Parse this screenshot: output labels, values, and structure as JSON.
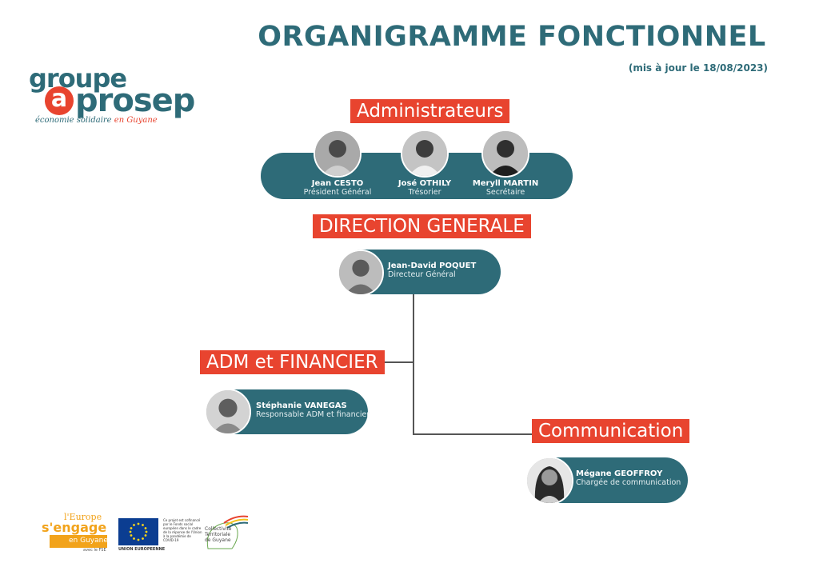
{
  "header": {
    "title": "ORGANIGRAMME FONCTIONNEL",
    "subtitle": "(mis à jour le 18/08/2023)"
  },
  "logo": {
    "line1": "groupe",
    "a": "a",
    "line2": "prosep",
    "tagline_part1": "économie solidaire",
    "tagline_part2": "en Guyane"
  },
  "sections": {
    "admins": "Administrateurs",
    "direction": "DIRECTION GENERALE",
    "adm_fin": "ADM et FINANCIER",
    "communication": "Communication"
  },
  "administrators": [
    {
      "name": "Jean CESTO",
      "role": "Président Général"
    },
    {
      "name": "José OTHILY",
      "role": "Trésorier"
    },
    {
      "name": "Meryll MARTIN",
      "role": "Secrétaire"
    }
  ],
  "director": {
    "name": "Jean-David POQUET",
    "role": "Directeur Général"
  },
  "adm_fin_person": {
    "name": "Stéphanie VANEGAS",
    "role": "Responsable ADM et financier"
  },
  "comm_person": {
    "name": "Mégane GEOFFROY",
    "role": "Chargée de communication"
  },
  "footer": {
    "europe_line1": "l'Europe",
    "europe_line2": "s'engage",
    "europe_line3": "en Guyane",
    "europe_line4": "avec le FSE",
    "eu_label": "UNION EUROPEENNE",
    "fund_text": "Ce projet est cofinancé par le Fonds social européen dans le cadre de la réponse de l'Union à la pandémie de COVID-19",
    "ctg_text": "Collectivité Territoriale de Guyane"
  },
  "colors": {
    "teal": "#2e6b78",
    "red": "#e8442f",
    "connector": "#555555"
  },
  "icons": [
    "person-avatar",
    "eu-flag-icon",
    "ctg-logo-icon"
  ]
}
